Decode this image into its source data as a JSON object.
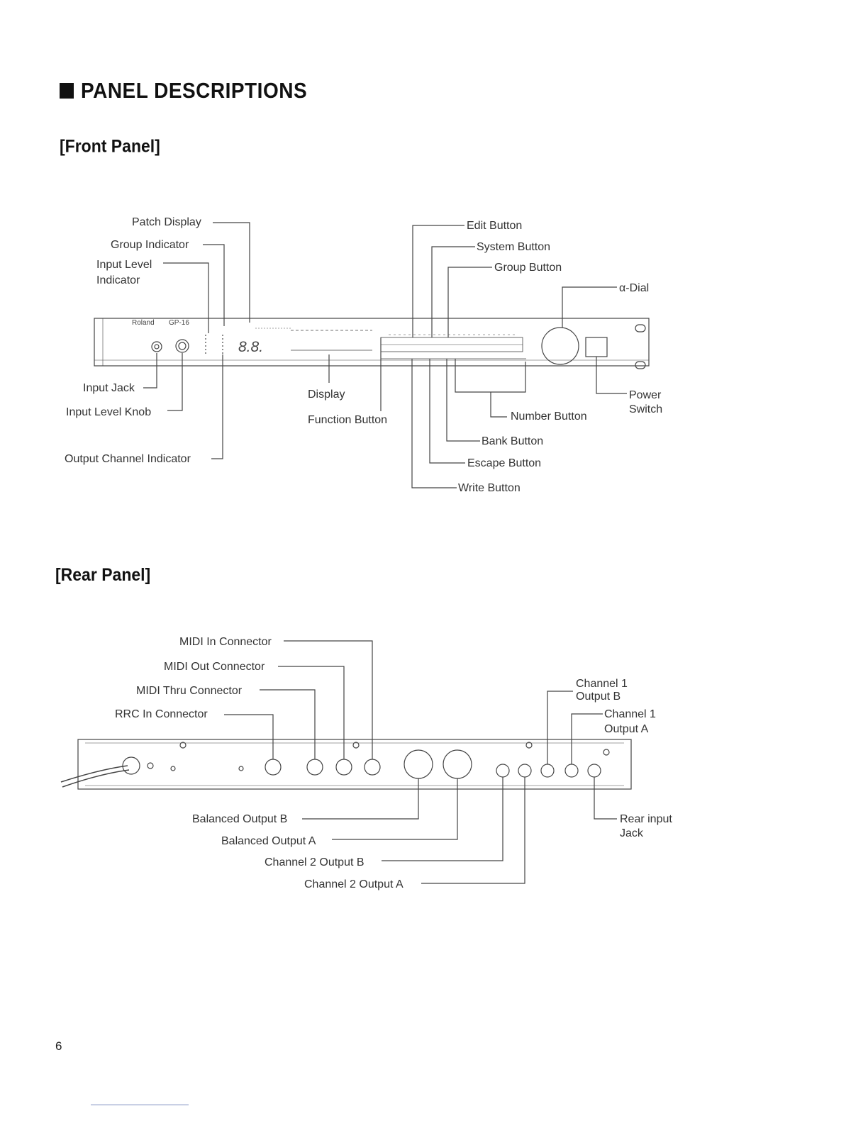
{
  "heading": "PANEL DESCRIPTIONS",
  "front_panel": {
    "title": "[Front Panel]",
    "labels": {
      "patch_display": "Patch Display",
      "group_indicator": "Group Indicator",
      "input_level_indicator_1": "Input Level",
      "input_level_indicator_2": "Indicator",
      "input_jack": "Input Jack",
      "input_level_knob": "Input Level Knob",
      "output_channel_indicator": "Output Channel Indicator",
      "display": "Display",
      "function_button": "Function Button",
      "edit_button": "Edit Button",
      "system_button": "System Button",
      "group_button": "Group Button",
      "alpha_dial": "α-Dial",
      "number_button": "Number Button",
      "bank_button": "Bank Button",
      "escape_button": "Escape Button",
      "write_button": "Write Button",
      "power_switch_1": "Power",
      "power_switch_2": "Switch"
    },
    "device": {
      "brand": "Roland",
      "model": "GP-16",
      "patch_readout": "8.8."
    }
  },
  "rear_panel": {
    "title": "[Rear Panel]",
    "labels": {
      "midi_in": "MIDI In Connector",
      "midi_out": "MIDI Out Connector",
      "midi_thru": "MIDI Thru Connector",
      "rrc_in": "RRC In Connector",
      "ch1_out_b_1": "Channel 1",
      "ch1_out_b_2": "Output B",
      "ch1_out_a_1": "Channel 1",
      "ch1_out_a_2": "Output A",
      "balanced_out_b": "Balanced Output B",
      "balanced_out_a": "Balanced Output A",
      "ch2_out_b": "Channel 2 Output B",
      "ch2_out_a": "Channel 2 Output A",
      "rear_input_1": "Rear input",
      "rear_input_2": "Jack"
    }
  },
  "page_number": "6"
}
